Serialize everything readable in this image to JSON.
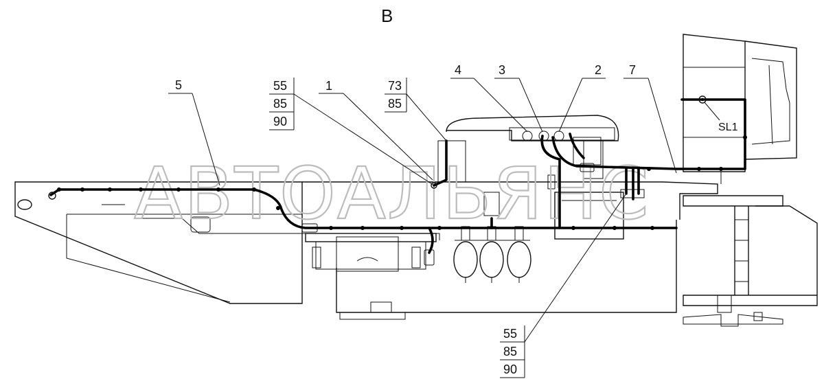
{
  "view_label": "В",
  "watermark": "АВТОАЛЬЯНС",
  "sensor_label": "SL1",
  "callouts": {
    "c5": "5",
    "c1": "1",
    "c4": "4",
    "c3": "3",
    "c2": "2",
    "c7": "7"
  },
  "stack_left": [
    "55",
    "85",
    "90"
  ],
  "stack_mid": [
    "73",
    "85"
  ],
  "stack_bottom": [
    "55",
    "85",
    "90"
  ]
}
